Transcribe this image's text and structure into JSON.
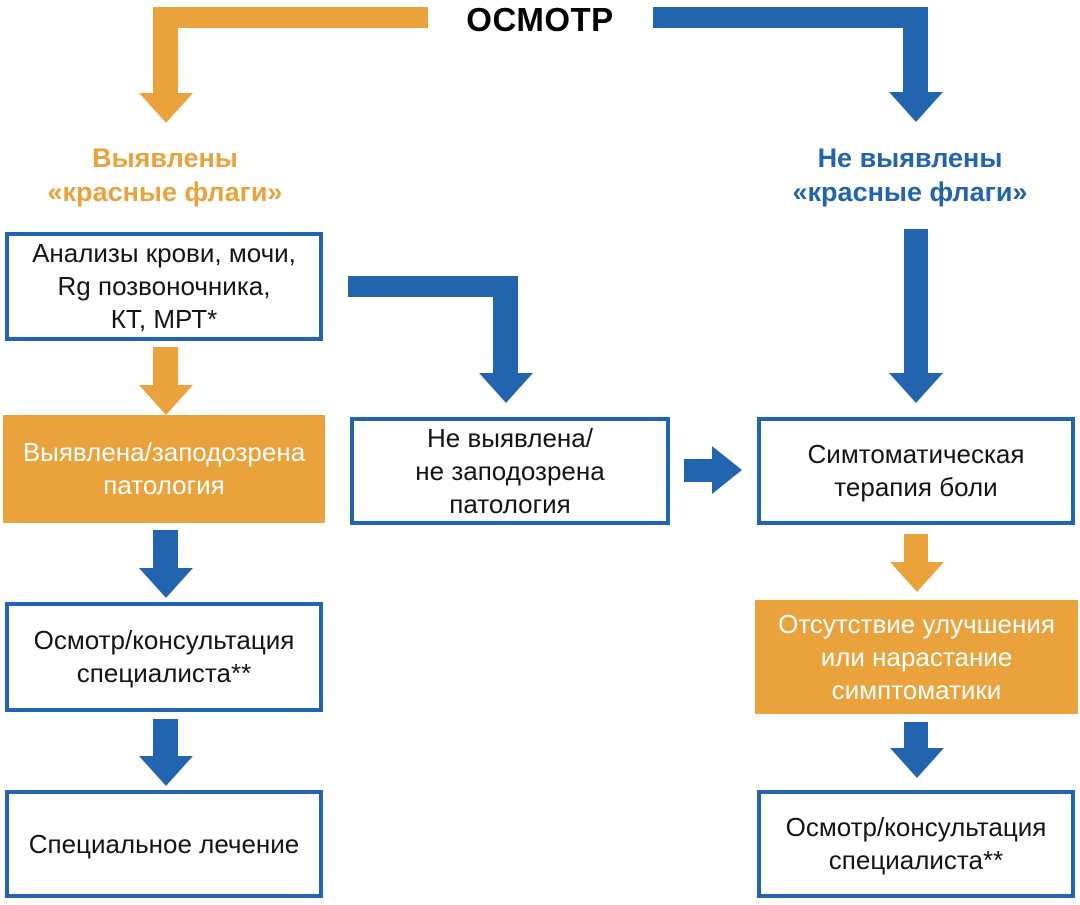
{
  "colors": {
    "orange": "#E9A23C",
    "blue": "#2264AD",
    "box_border_blue": "#2264AD",
    "text_black": "#141414",
    "text_on_orange": "#FFFFFF",
    "background": "#FFFFFF"
  },
  "title": "ОСМОТР",
  "branch_labels": {
    "left": [
      "Выявлены",
      "«красные флаги»"
    ],
    "right": [
      "Не выявлены",
      "«красные флаги»"
    ]
  },
  "boxes": {
    "tests": [
      "Анализы крови, мочи,",
      "Rg позвоночника,",
      "КТ, МРТ*"
    ],
    "pathology_found": [
      "Выявлена/заподозрена",
      "патология"
    ],
    "specialist_consult_left": [
      "Осмотр/консультация",
      "специалиста**"
    ],
    "special_treatment": [
      "Специальное лечение"
    ],
    "no_pathology": [
      "Не выявлена/",
      "не заподозрена",
      "патология"
    ],
    "symptomatic_therapy": [
      "Симтоматическая",
      "терапия боли"
    ],
    "no_improvement": [
      "Отсутствие улучшения",
      "или нарастание",
      "симптоматики"
    ],
    "specialist_consult_right": [
      "Осмотр/консультация",
      "специалиста**"
    ]
  }
}
